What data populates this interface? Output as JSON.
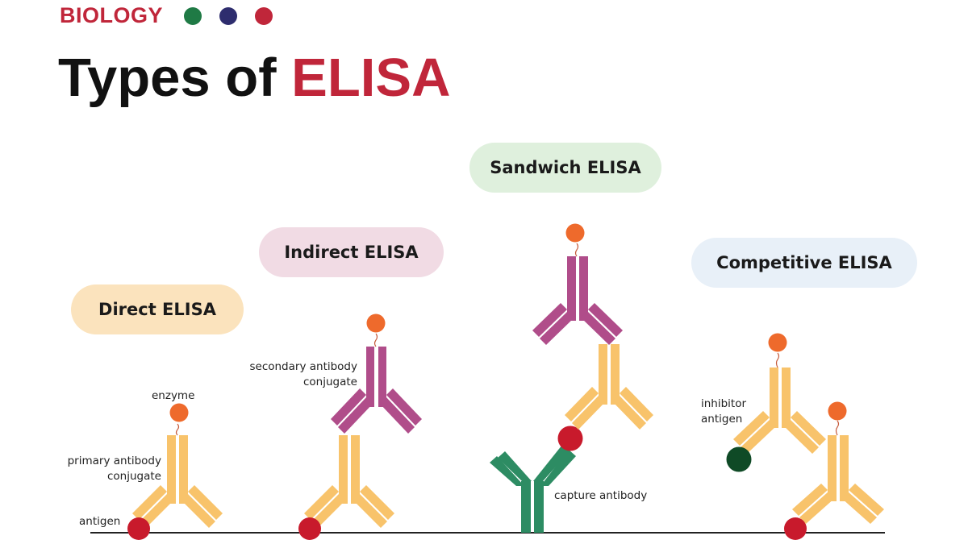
{
  "header": {
    "category": "BIOLOGY",
    "dots": [
      "#1f7a45",
      "#2e2d6e",
      "#c0263a"
    ],
    "title_main": "Types of",
    "title_accent": "ELISA"
  },
  "panels": {
    "direct": {
      "title": "Direct ELISA",
      "color": "#fbe3bd",
      "labels": {
        "enzyme": "enzyme",
        "primary_1": "primary antibody",
        "primary_2": "conjugate",
        "antigen": "antigen"
      }
    },
    "indirect": {
      "title": "Indirect ELISA",
      "color": "#f1dbe4",
      "labels": {
        "secondary_1": "secondary antibody",
        "secondary_2": "conjugate"
      }
    },
    "sandwich": {
      "title": "Sandwich ELISA",
      "color": "#dff0dd",
      "labels": {
        "capture": "capture antibody"
      }
    },
    "competitive": {
      "title": "Competitive ELISA",
      "color": "#e8f0f8",
      "labels": {
        "inhibitor_1": "inhibitor",
        "inhibitor_2": "antigen"
      }
    }
  },
  "colors": {
    "primary_antibody": "#f8c36b",
    "secondary_antibody": "#b04d8a",
    "capture_antibody": "#2d8c63",
    "enzyme": "#ee6a2c",
    "antigen": "#c81a2c",
    "inhibitor_antigen": "#0f4a26",
    "linker": "#c55a3a",
    "baseline": "#222222"
  }
}
